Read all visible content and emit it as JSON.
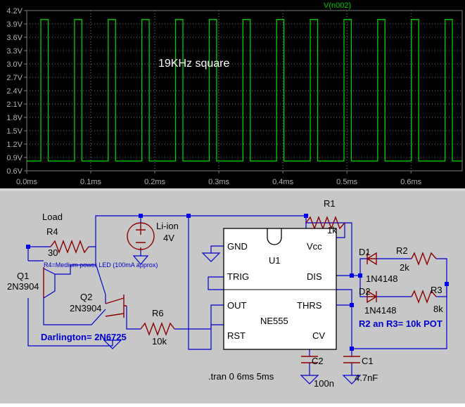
{
  "chart_data": {
    "type": "line",
    "title": "",
    "annotation": "19KHz square",
    "series": [
      {
        "name": "V(n002)",
        "color": "#00cc00"
      }
    ],
    "x_ticks": [
      "0.0ms",
      "0.1ms",
      "0.2ms",
      "0.3ms",
      "0.4ms",
      "0.5ms",
      "0.6ms"
    ],
    "y_ticks": [
      "0.6V",
      "0.9V",
      "1.2V",
      "1.5V",
      "1.8V",
      "2.1V",
      "2.4V",
      "2.7V",
      "3.0V",
      "3.3V",
      "3.6V",
      "3.9V",
      "4.2V"
    ],
    "xlim_ms": [
      0.0,
      0.68
    ],
    "ylim_v": [
      0.6,
      4.2
    ],
    "grid": true,
    "low_level_v": 0.82,
    "high_level_v": 4.0,
    "period_ms": 0.0526,
    "first_rise_ms": 0.022,
    "pulse_width_ms": 0.0115,
    "colors": {
      "background": "#000000",
      "trace": "#00cc00",
      "grid": "#7a7a7a",
      "axis_text": "#b0b0b0"
    }
  },
  "schematic": {
    "load_label": "Load",
    "R4": {
      "ref": "R4",
      "value": "30",
      "note": "R4=Medium power LED (100mA approx)"
    },
    "battery": {
      "name": "Li-ion",
      "value": "4V"
    },
    "R1": {
      "ref": "R1",
      "value": "1k"
    },
    "Q1": {
      "ref": "Q1",
      "model": "2N3904"
    },
    "Q2": {
      "ref": "Q2",
      "model": "2N3904"
    },
    "darlington_note": "Darlington= 2N6725",
    "R6": {
      "ref": "R6",
      "value": "10k"
    },
    "U1": {
      "ref": "U1",
      "model": "NE555",
      "pins": {
        "gnd": "GND",
        "vcc": "Vcc",
        "trig": "TRIG",
        "dis": "DIS",
        "out": "OUT",
        "thrs": "THRS",
        "rst": "RST",
        "cv": "CV"
      }
    },
    "D1": {
      "ref": "D1",
      "model": "1N4148"
    },
    "D2": {
      "ref": "D2",
      "model": "1N4148"
    },
    "R2": {
      "ref": "R2",
      "value": "2k"
    },
    "R3": {
      "ref": "R3",
      "value": "8k"
    },
    "pot_note": "R2 an R3= 10k POT",
    "C1": {
      "ref": "C1",
      "value": "4.7nF"
    },
    "C2": {
      "ref": "C2",
      "value": "100n"
    },
    "directive": ".tran 0 6ms 5ms",
    "colors": {
      "wire": "#0000cc",
      "component": "#8b0000",
      "junction": "#0000ee"
    }
  }
}
